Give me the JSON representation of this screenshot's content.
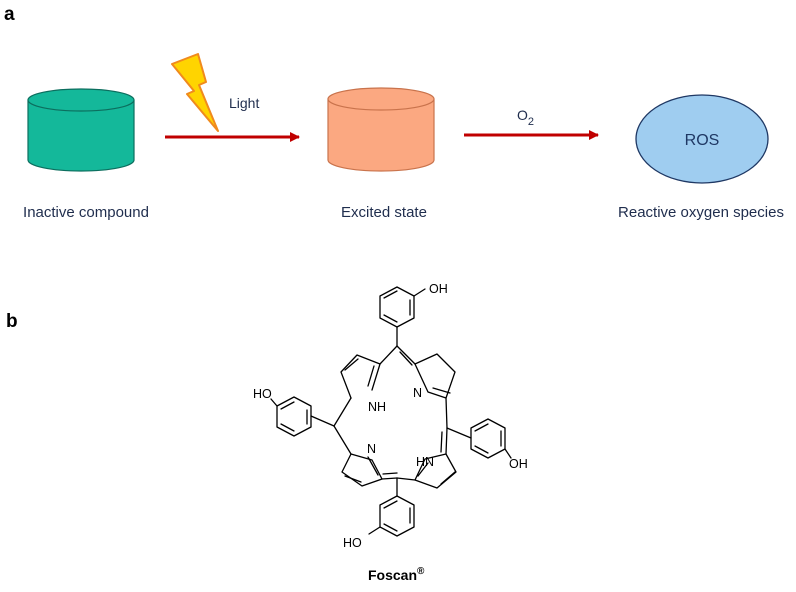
{
  "panel_a": {
    "letter": "a",
    "nodes": [
      {
        "id": "inactive",
        "caption": "Inactive compound",
        "shape": "cylinder",
        "color": "#14b89a"
      },
      {
        "id": "excited",
        "caption": "Excited state",
        "shape": "cylinder",
        "color": "#fba881"
      },
      {
        "id": "ros",
        "caption": "Reactive oxygen species",
        "label": "ROS",
        "shape": "ellipse",
        "color": "#9fcdf0"
      }
    ],
    "edges": [
      {
        "from": "inactive",
        "to": "excited",
        "label": "Light",
        "icon": "lightning-bolt-icon"
      },
      {
        "from": "excited",
        "to": "ros",
        "label_main": "O",
        "label_sub": "2"
      }
    ],
    "colors": {
      "arrow": "#c00000",
      "bolt_fill": "#ffd400",
      "bolt_stroke": "#f08a1d"
    }
  },
  "panel_b": {
    "letter": "b",
    "compound_name": "Foscan",
    "compound_superscript": "®",
    "atoms": {
      "oh_top": "OH",
      "ho_left": "HO",
      "oh_right": "OH",
      "ho_bottom": "HO",
      "nh_left": "NH",
      "n_upper_right": "N",
      "n_lower_left": "N",
      "hn_lower_right": "HN"
    }
  }
}
